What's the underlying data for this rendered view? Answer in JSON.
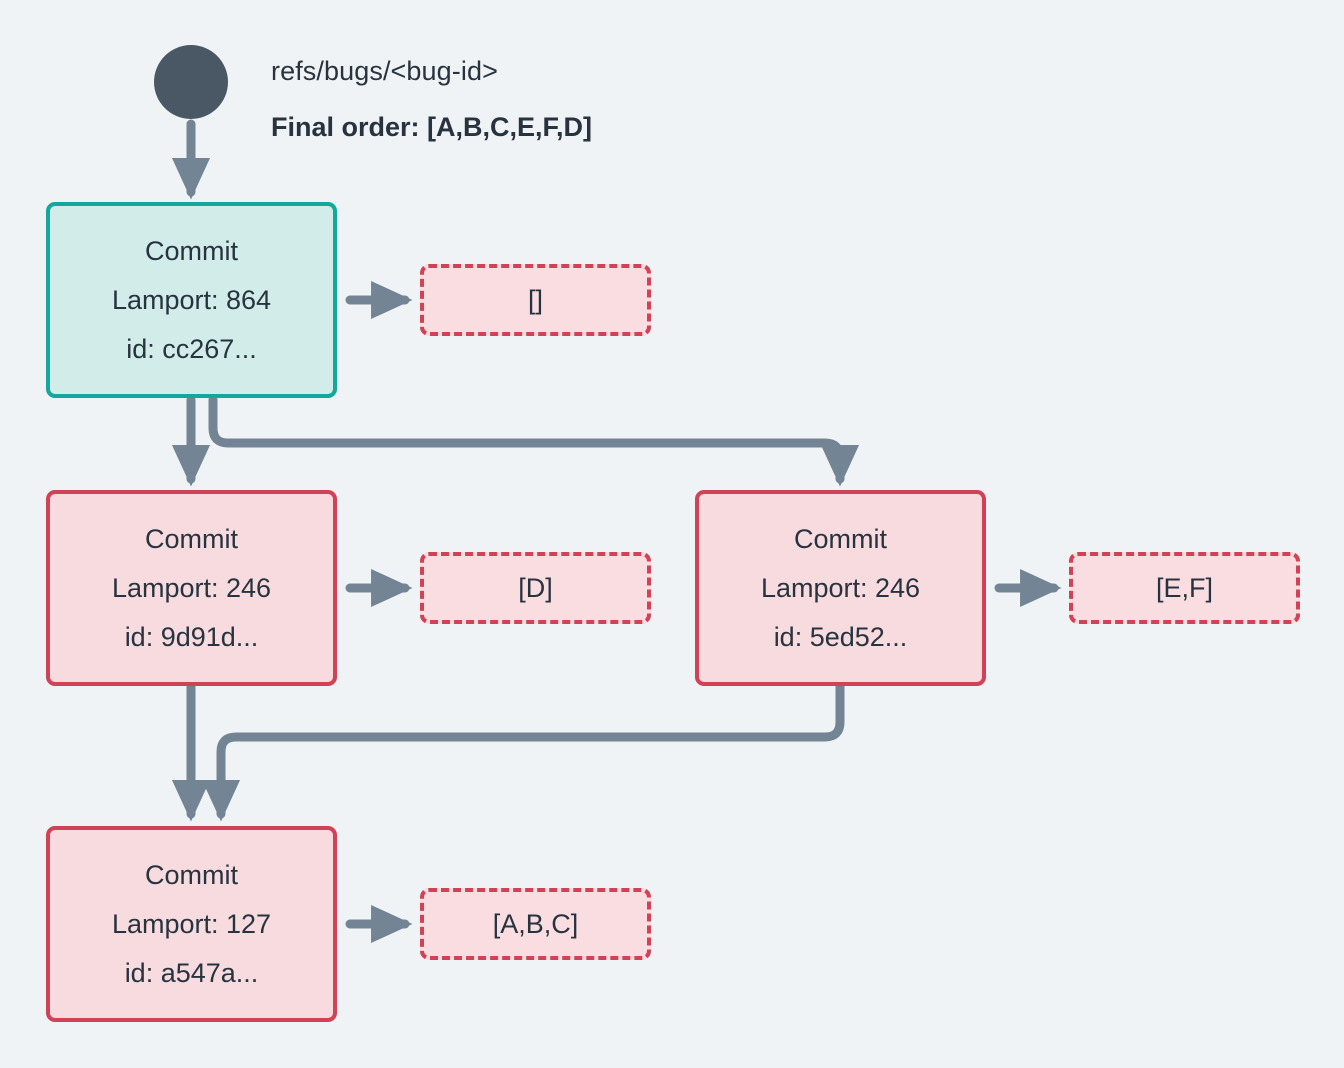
{
  "diagram": {
    "background_color": "#eff3f6",
    "root_node": {
      "icon": "filled-circle-node",
      "color": "#4a5866"
    },
    "header": {
      "ref_label": "refs/bugs/<bug-id>",
      "order_label": "Final order: [A,B,C,E,F,D]"
    },
    "colors": {
      "teal_border": "#13a89e",
      "teal_fill": "#d2ece9",
      "red_border": "#d24257",
      "red_fill": "#f7dbdf",
      "payload_fill": "#f9dde1",
      "edge": "#738494",
      "text": "#27333f"
    },
    "nodes": [
      {
        "id": "cc267",
        "style": "teal",
        "title": "Commit",
        "lamport": "Lamport: 864",
        "commit_id": "id: cc267..."
      },
      {
        "id": "9d91d",
        "style": "red",
        "title": "Commit",
        "lamport": "Lamport: 246",
        "commit_id": "id: 9d91d..."
      },
      {
        "id": "5ed52",
        "style": "red",
        "title": "Commit",
        "lamport": "Lamport: 246",
        "commit_id": "id: 5ed52..."
      },
      {
        "id": "a547a",
        "style": "red",
        "title": "Commit",
        "lamport": "Lamport: 127",
        "commit_id": "id: a547a..."
      }
    ],
    "payloads": [
      {
        "id": "p-cc267",
        "label": "[]",
        "owner": "cc267"
      },
      {
        "id": "p-9d91d",
        "label": "[D]",
        "owner": "9d91d"
      },
      {
        "id": "p-5ed52",
        "label": "[E,F]",
        "owner": "5ed52"
      },
      {
        "id": "p-a547a",
        "label": "[A,B,C]",
        "owner": "a547a"
      }
    ],
    "edges": [
      {
        "from": "root",
        "to": "cc267",
        "kind": "straight-down"
      },
      {
        "from": "cc267",
        "to": "9d91d",
        "kind": "straight-down"
      },
      {
        "from": "cc267",
        "to": "5ed52",
        "kind": "elbow-right"
      },
      {
        "from": "9d91d",
        "to": "a547a",
        "kind": "straight-down"
      },
      {
        "from": "5ed52",
        "to": "a547a",
        "kind": "elbow-left"
      },
      {
        "from": "cc267",
        "to": "p-cc267",
        "kind": "payload-arrow"
      },
      {
        "from": "9d91d",
        "to": "p-9d91d",
        "kind": "payload-arrow"
      },
      {
        "from": "5ed52",
        "to": "p-5ed52",
        "kind": "payload-arrow"
      },
      {
        "from": "a547a",
        "to": "p-a547a",
        "kind": "payload-arrow"
      }
    ]
  }
}
